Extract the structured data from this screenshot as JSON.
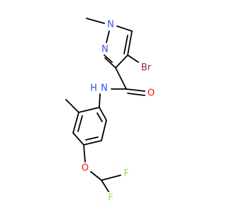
{
  "molecule": {
    "atoms": {
      "n_methyl": "N",
      "n_ring": "N",
      "br": "Br",
      "o_carbonyl": "O",
      "n_amide": "N",
      "h_amide": "H",
      "o_ether": "O",
      "f_top": "F",
      "f_bottom": "F"
    },
    "colors": {
      "bond": "#000000",
      "nitrogen": "#3050F8",
      "oxygen": "#FF0D0D",
      "bromine": "#A62929",
      "fluorine": "#90E050"
    }
  }
}
